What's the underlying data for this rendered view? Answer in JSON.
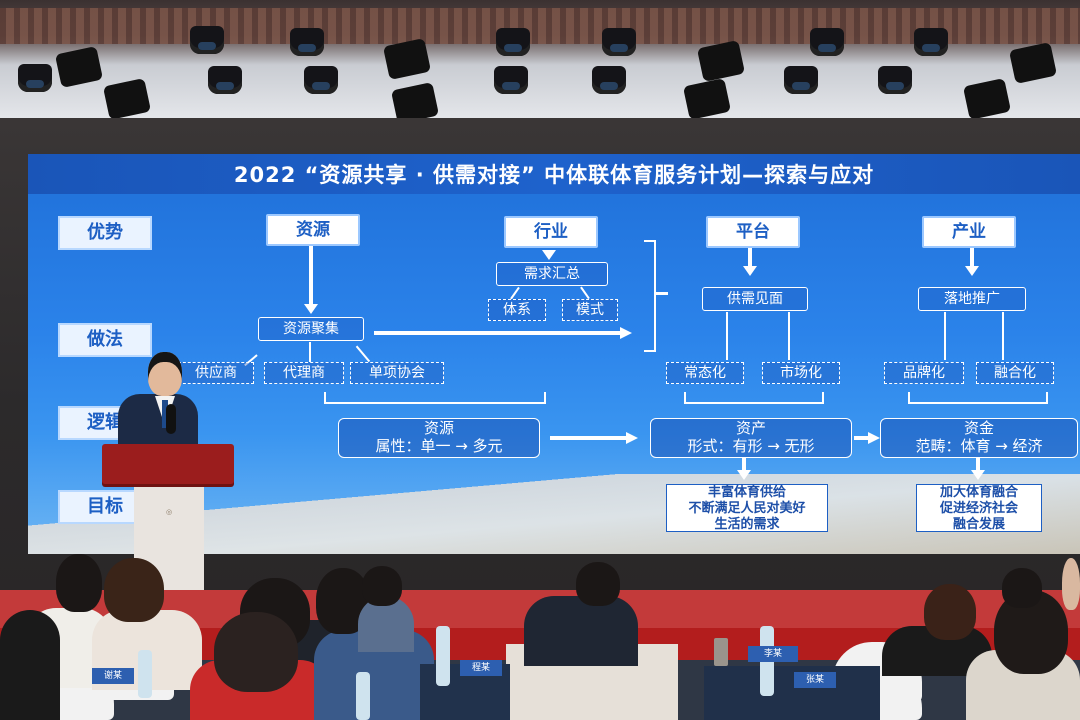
{
  "slide": {
    "title": "2022 “资源共享 · 供需对接” 中体联体育服务计划—探索与应对",
    "left_labels": [
      "优势",
      "做法",
      "逻辑",
      "目标"
    ],
    "headers": {
      "resource": "资源",
      "industry": "行业",
      "platform": "平台",
      "production": "产业"
    },
    "industry_flow": {
      "demand_summary": "需求汇总",
      "system": "体系",
      "model": "模式"
    },
    "resource_flow": {
      "gather": "资源聚集",
      "suppliers": [
        "供应商",
        "代理商",
        "单项协会"
      ]
    },
    "platform_flow": {
      "meeting": "供需见面",
      "items": [
        "常态化",
        "市场化"
      ]
    },
    "production_flow": {
      "landing": "落地推广",
      "items": [
        "品牌化",
        "融合化"
      ]
    },
    "logic": {
      "resource_title": "资源",
      "resource_attr": "属性：单一 → 多元",
      "asset_title": "资产",
      "asset_form": "形式：有形 → 无形",
      "capital_title": "资金",
      "capital_scope": "范畴：体育 → 经济"
    },
    "goals": {
      "goal1": [
        "丰富体育供给",
        "不断满足人民对美好",
        "生活的需求"
      ],
      "goal2": [
        "加大体育融合",
        "促进经济社会",
        "融合发展"
      ]
    }
  },
  "nameplates": [
    "谢某",
    "程某",
    "李某",
    "张某"
  ]
}
